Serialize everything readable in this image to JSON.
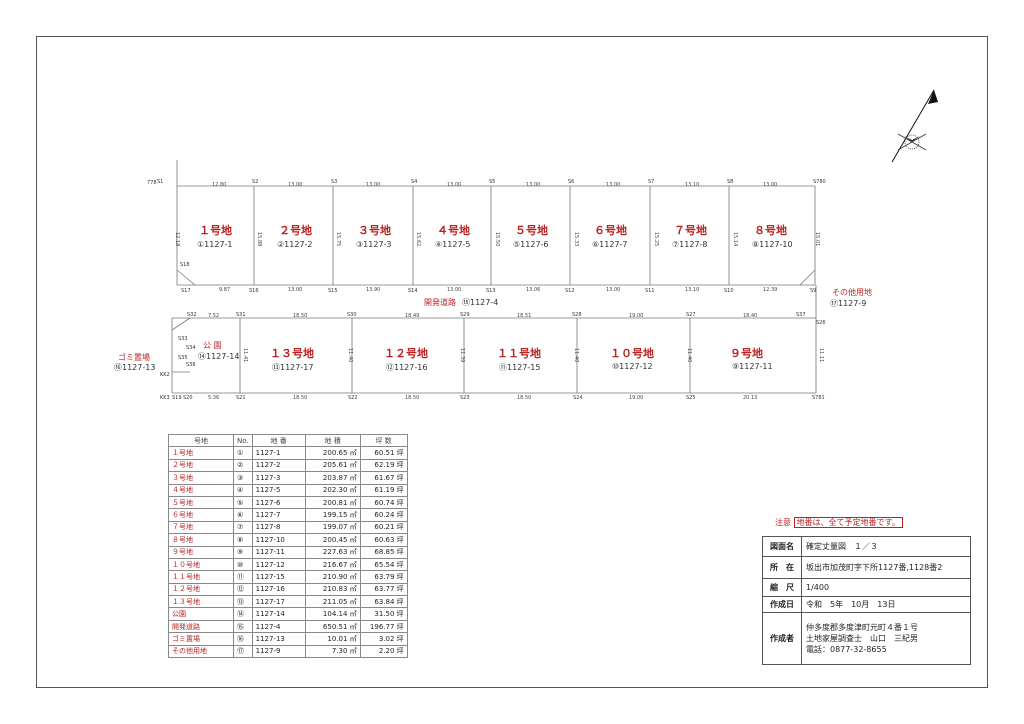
{
  "lots_top": [
    {
      "name": "１号地",
      "num": "①1127-1"
    },
    {
      "name": "２号地",
      "num": "②1127-2"
    },
    {
      "name": "３号地",
      "num": "③1127-3"
    },
    {
      "name": "４号地",
      "num": "④1127-5"
    },
    {
      "name": "５号地",
      "num": "⑤1127-6"
    },
    {
      "name": "６号地",
      "num": "⑥1127-7"
    },
    {
      "name": "７号地",
      "num": "⑦1127-8"
    },
    {
      "name": "８号地",
      "num": "⑧1127-10"
    }
  ],
  "lots_bottom": [
    {
      "name": "１３号地",
      "num": "⑬1127-17"
    },
    {
      "name": "１２号地",
      "num": "⑫1127-16"
    },
    {
      "name": "１１号地",
      "num": "⑪1127-15"
    },
    {
      "name": "１０号地",
      "num": "⑩1127-12"
    },
    {
      "name": "９号地",
      "num": "⑨1127-11"
    }
  ],
  "road": {
    "name": "開発道路",
    "num": "⑮1127-4"
  },
  "other_land": {
    "name": "その他用地",
    "num": "⑰1127-9"
  },
  "park": {
    "name": "公 園",
    "num": "⑭1127-14"
  },
  "garbage": {
    "name": "ゴミ置場",
    "num": "⑯1127-13"
  },
  "meas_top": [
    "12.80",
    "13.00",
    "13.00",
    "13.00",
    "13.00",
    "13.00",
    "13.10",
    "13.00"
  ],
  "meas_road_n": [
    "9.87",
    "13.00",
    "13.90",
    "13.00",
    "13.06",
    "13.00",
    "13.10",
    "12.39"
  ],
  "meas_road_s": [
    "7.52",
    "18.50",
    "18.49",
    "18.51",
    "19.00",
    "18.40"
  ],
  "meas_bottom": [
    "5.36",
    "18.50",
    "18.50",
    "18.50",
    "19.00",
    "20.13"
  ],
  "meas_vert_top": [
    "12.18",
    "15.88",
    "15.75",
    "15.62",
    "15.50",
    "15.33",
    "15.25",
    "15.14",
    "15.01"
  ],
  "meas_vert_bottom": [
    "11.41",
    "11.40",
    "11.39",
    "11.40",
    "11.40",
    "11.11"
  ],
  "pts_top": [
    "S1",
    "S2",
    "S3",
    "S4",
    "S5",
    "S6",
    "S7",
    "S8",
    "S780"
  ],
  "pts_road_n": [
    "S17",
    "S16",
    "S15",
    "S14",
    "S13",
    "S12",
    "S11",
    "S10",
    "S9"
  ],
  "pts_road_s": [
    "S32",
    "S31",
    "S30",
    "S29",
    "S28",
    "S27",
    "S37"
  ],
  "pts_bottom": [
    "S21",
    "S22",
    "S23",
    "S24",
    "S25",
    "S781"
  ],
  "pts_misc": [
    "778",
    "S18",
    "S26",
    "KK2",
    "KK3",
    "S19",
    "S20",
    "S33",
    "S34",
    "S35",
    "S36"
  ],
  "table": {
    "headers": [
      "号地",
      "No.",
      "地 番",
      "地 積",
      "坪 数"
    ],
    "rows": [
      [
        "１号地",
        "①",
        "1127-1",
        "200.65 ㎡",
        "60.51 坪"
      ],
      [
        "２号地",
        "②",
        "1127-2",
        "205.61 ㎡",
        "62.19 坪"
      ],
      [
        "３号地",
        "③",
        "1127-3",
        "203.87 ㎡",
        "61.67 坪"
      ],
      [
        "４号地",
        "④",
        "1127-5",
        "202.30 ㎡",
        "61.19 坪"
      ],
      [
        "５号地",
        "⑤",
        "1127-6",
        "200.81 ㎡",
        "60.74 坪"
      ],
      [
        "６号地",
        "⑥",
        "1127-7",
        "199.15 ㎡",
        "60.24 坪"
      ],
      [
        "７号地",
        "⑦",
        "1127-8",
        "199.07 ㎡",
        "60.21 坪"
      ],
      [
        "８号地",
        "⑧",
        "1127-10",
        "200.45 ㎡",
        "60.63 坪"
      ],
      [
        "９号地",
        "⑨",
        "1127-11",
        "227.63 ㎡",
        "68.85 坪"
      ],
      [
        "１０号地",
        "⑩",
        "1127-12",
        "216.67 ㎡",
        "65.54 坪"
      ],
      [
        "１１号地",
        "⑪",
        "1127-15",
        "210.90 ㎡",
        "63.79 坪"
      ],
      [
        "１２号地",
        "⑫",
        "1127-16",
        "210.83 ㎡",
        "63.77 坪"
      ],
      [
        "１３号地",
        "⑬",
        "1127-17",
        "211.05 ㎡",
        "63.84 坪"
      ],
      [
        "公園",
        "⑭",
        "1127-14",
        "104.14 ㎡",
        "31.50 坪"
      ],
      [
        "開発道路",
        "⑮",
        "1127-4",
        "650.51 ㎡",
        "196.77 坪"
      ],
      [
        "ゴミ置場",
        "⑯",
        "1127-13",
        "10.01 ㎡",
        "3.02 坪"
      ],
      [
        "その他用地",
        "⑰",
        "1127-9",
        "7.30 ㎡",
        "2.20 坪"
      ]
    ]
  },
  "note": {
    "prefix": "注意",
    "text": "地番は、全て予定地番です。"
  },
  "title_block": {
    "label_name": "図面名",
    "name": "確定丈量図　１／３",
    "label_loc": "所　在",
    "loc": "坂出市加茂町字下所1127番,1128番2",
    "label_scale": "縮　尺",
    "scale": "1/400",
    "label_date": "作成日",
    "date": "令和　5年　10月　13日",
    "label_author": "作成者",
    "author1": "仲多度郡多度津町元町４番１号",
    "author2": "土地家屋調査士　山口　三紀男",
    "author3": "電話：0877-32-8655"
  }
}
